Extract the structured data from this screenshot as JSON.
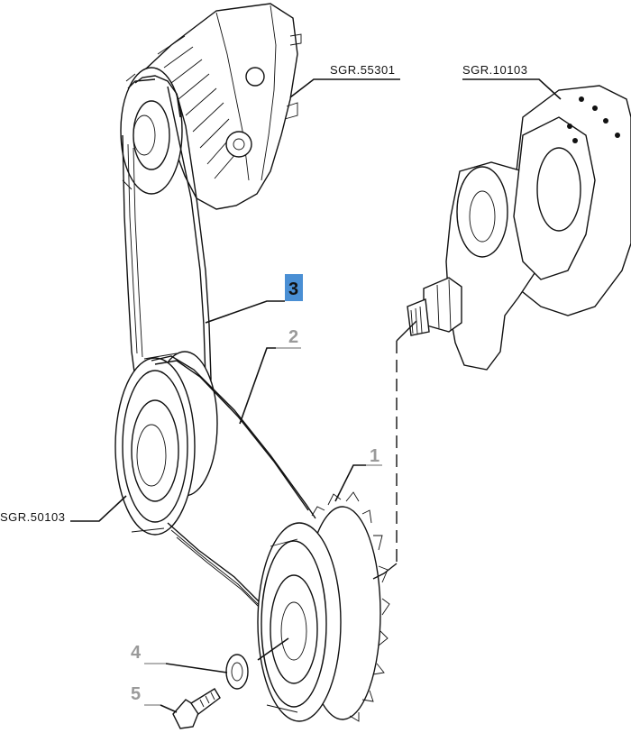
{
  "refs": {
    "alternator": "SGR.55301",
    "crankshaft": "SGR.10103",
    "pump_pulley": "SGR.50103"
  },
  "callouts": [
    {
      "id": "1",
      "active": false
    },
    {
      "id": "2",
      "active": false
    },
    {
      "id": "3",
      "active": true
    },
    {
      "id": "4",
      "active": false
    },
    {
      "id": "5",
      "active": false
    }
  ],
  "colors": {
    "highlight": "#4a8fd4",
    "inactive_label": "#9a9a9a",
    "ink": "#111111"
  }
}
